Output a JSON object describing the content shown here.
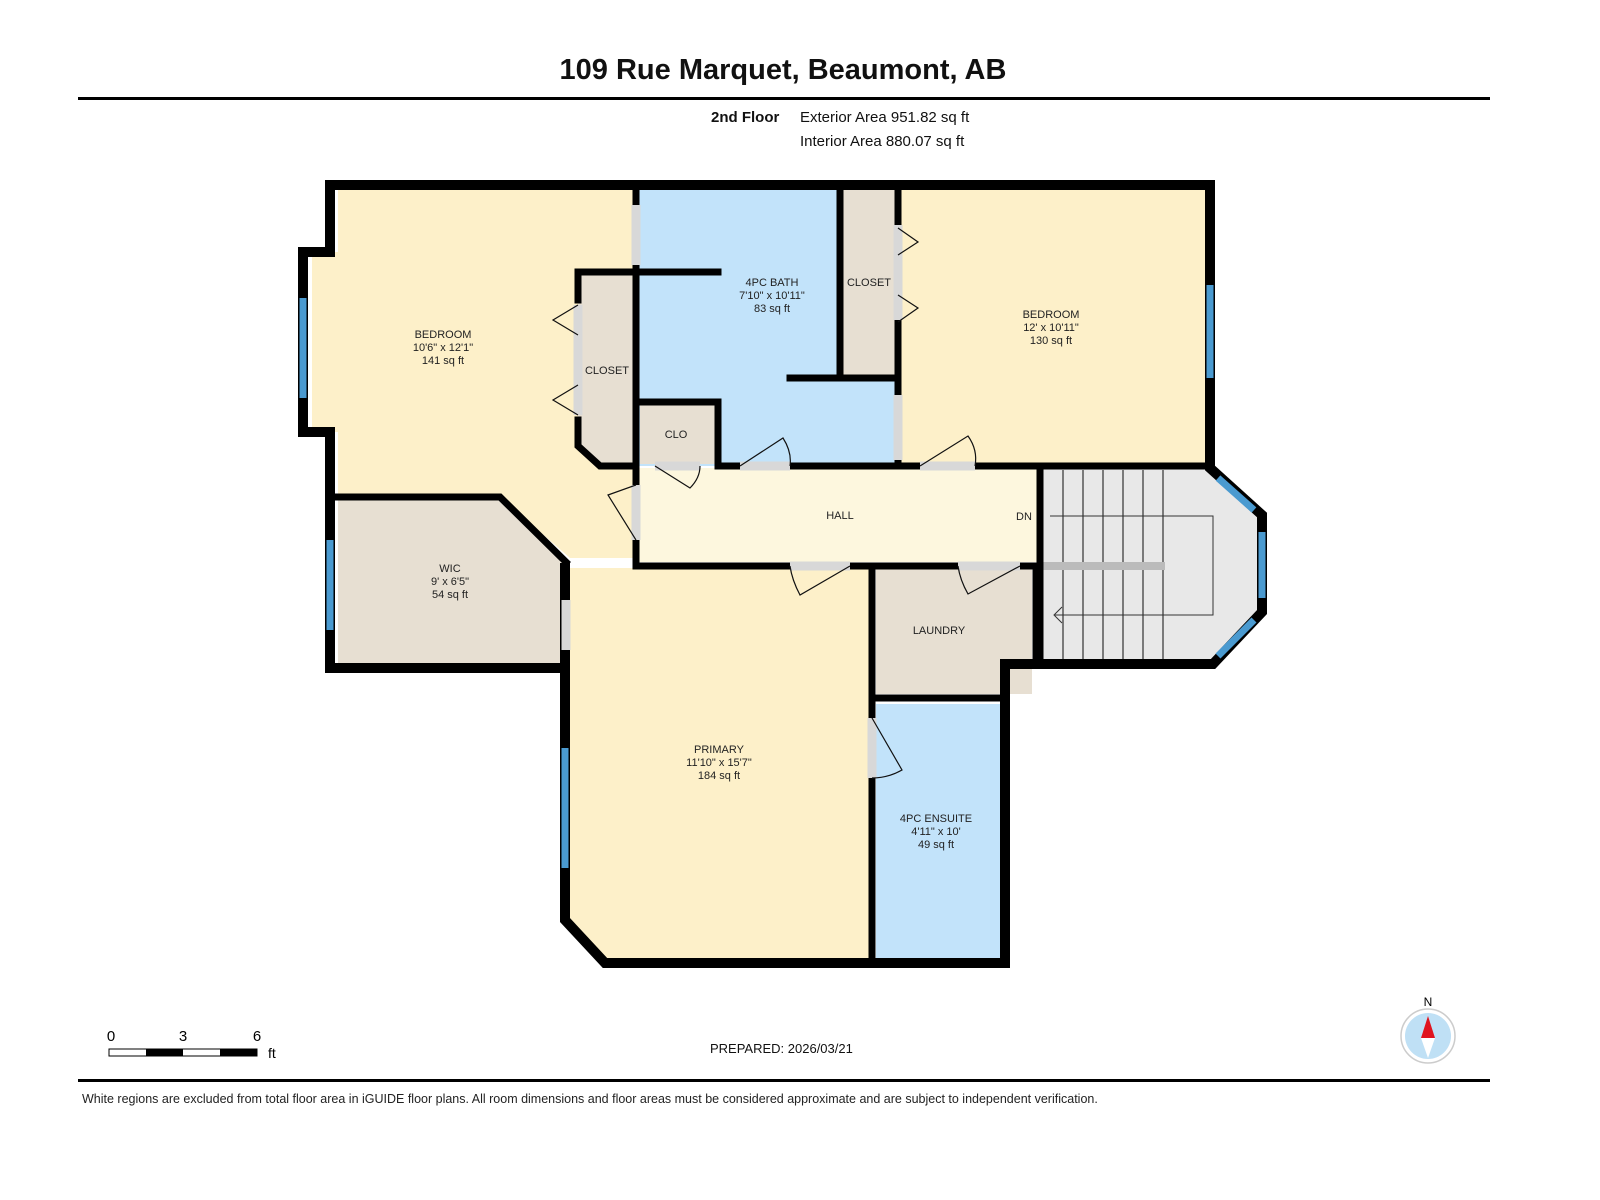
{
  "header": {
    "title": "109 Rue Marquet, Beaumont, AB",
    "floor": "2nd Floor",
    "exterior_area": "Exterior Area 951.82 sq ft",
    "interior_area": "Interior Area 880.07 sq ft"
  },
  "rooms": {
    "bedroom_west": {
      "name": "BEDROOM",
      "dims": "10'6\" x 12'1\"",
      "area": "141 sq ft"
    },
    "bath": {
      "name": "4PC BATH",
      "dims": "7'10\" x 10'11\"",
      "area": "83 sq ft"
    },
    "closet_west": {
      "name": "CLOSET"
    },
    "closet_east": {
      "name": "CLOSET"
    },
    "clo": {
      "name": "CLO"
    },
    "bedroom_east": {
      "name": "BEDROOM",
      "dims": "12' x 10'11\"",
      "area": "130 sq ft"
    },
    "hall": {
      "name": "HALL"
    },
    "stairs": {
      "name": "DN"
    },
    "wic": {
      "name": "WIC",
      "dims": "9' x 6'5\"",
      "area": "54 sq ft"
    },
    "primary": {
      "name": "PRIMARY",
      "dims": "11'10\" x 15'7\"",
      "area": "184 sq ft"
    },
    "laundry": {
      "name": "LAUNDRY"
    },
    "ensuite": {
      "name": "4PC ENSUITE",
      "dims": "4'11\" x 10'",
      "area": "49 sq ft"
    }
  },
  "scale": {
    "ticks": [
      "0",
      "3",
      "6"
    ],
    "unit": "ft"
  },
  "compass": {
    "label": "N"
  },
  "prepared": "PREPARED: 2026/03/21",
  "footer": "White regions are excluded from total floor area in iGUIDE floor plans. All room dimensions and floor areas must be considered approximate and are subject to independent verification.",
  "colors": {
    "bedroom": "#fdf0c9",
    "bath": "#c2e3fa",
    "closet": "#e7dfd2",
    "hall": "#fdf7de",
    "stairs": "#e8e8e8",
    "window": "#4a9ad0",
    "compass_needle": "#e0141e"
  }
}
